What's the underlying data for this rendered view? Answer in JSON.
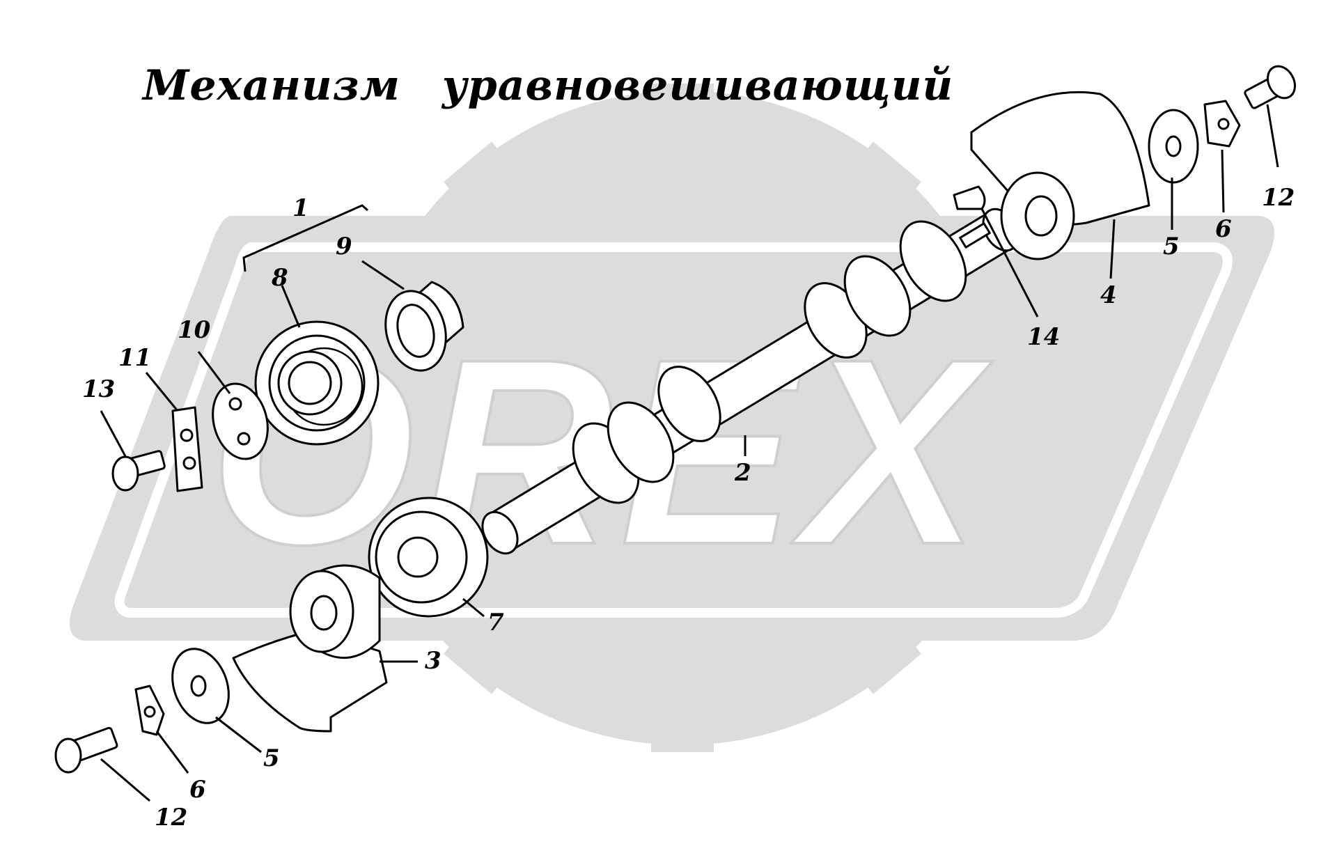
{
  "title": "Механизм уравновешивающий",
  "watermark": {
    "text": "OREX",
    "color": "#d9d9d9"
  },
  "callouts": {
    "c1": "1",
    "c2": "2",
    "c3": "3",
    "c4": "4",
    "c5a": "5",
    "c5b": "5",
    "c6a": "6",
    "c6b": "6",
    "c7": "7",
    "c8": "8",
    "c9": "9",
    "c10": "10",
    "c11": "11",
    "c12a": "12",
    "c12b": "12",
    "c13": "13",
    "c14": "14"
  }
}
